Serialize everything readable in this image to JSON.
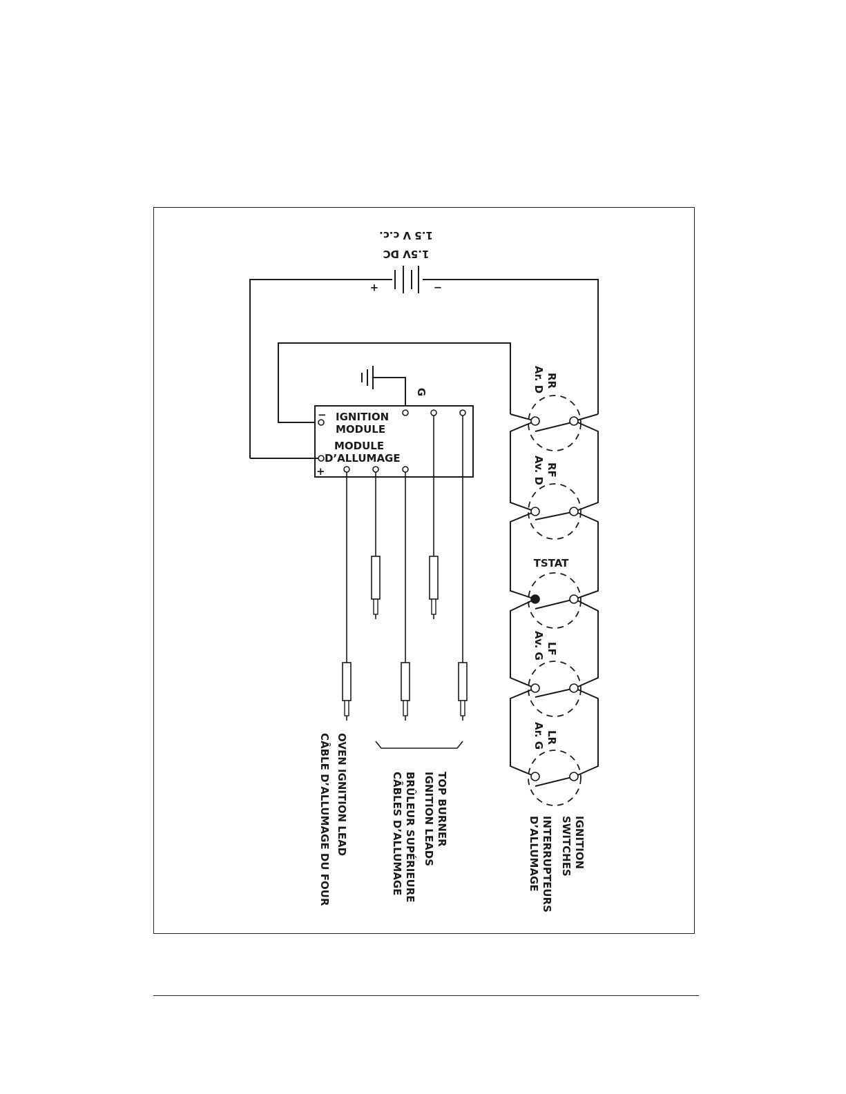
{
  "battery": {
    "voltage_en": "1.5V DC",
    "voltage_fr": "1.5 V c.c.",
    "plus": "+",
    "minus": "−"
  },
  "module": {
    "title_en_1": "IGNITION",
    "title_en_2": "MODULE",
    "title_fr_1": "MODULE",
    "title_fr_2": "D’ALLUMAGE",
    "minus": "−",
    "plus": "+",
    "ground": "G"
  },
  "switches": [
    {
      "code": "RR",
      "fr": "Ar. D"
    },
    {
      "code": "RF",
      "fr": "Av. D"
    },
    {
      "code": "TSTAT",
      "fr": ""
    },
    {
      "code": "LF",
      "fr": "Av. G"
    },
    {
      "code": "LR",
      "fr": "Ar. G"
    }
  ],
  "labels": {
    "switches_1": "IGNITION",
    "switches_2": "SWITCHES",
    "switches_3": "INTERRUPTEURS",
    "switches_4": "D’ALLUMAGE",
    "top_1": "TOP BURNER",
    "top_2": "IGNITION LEADS",
    "top_3": "BRÛLEUR SUPÉRIEURE",
    "top_4": "CÂBLES D’ALLUMAGE",
    "oven_1": "OVEN IGNITION LEAD",
    "oven_2": "CÂBLE D’ALLUMAGE DU FOUR"
  }
}
